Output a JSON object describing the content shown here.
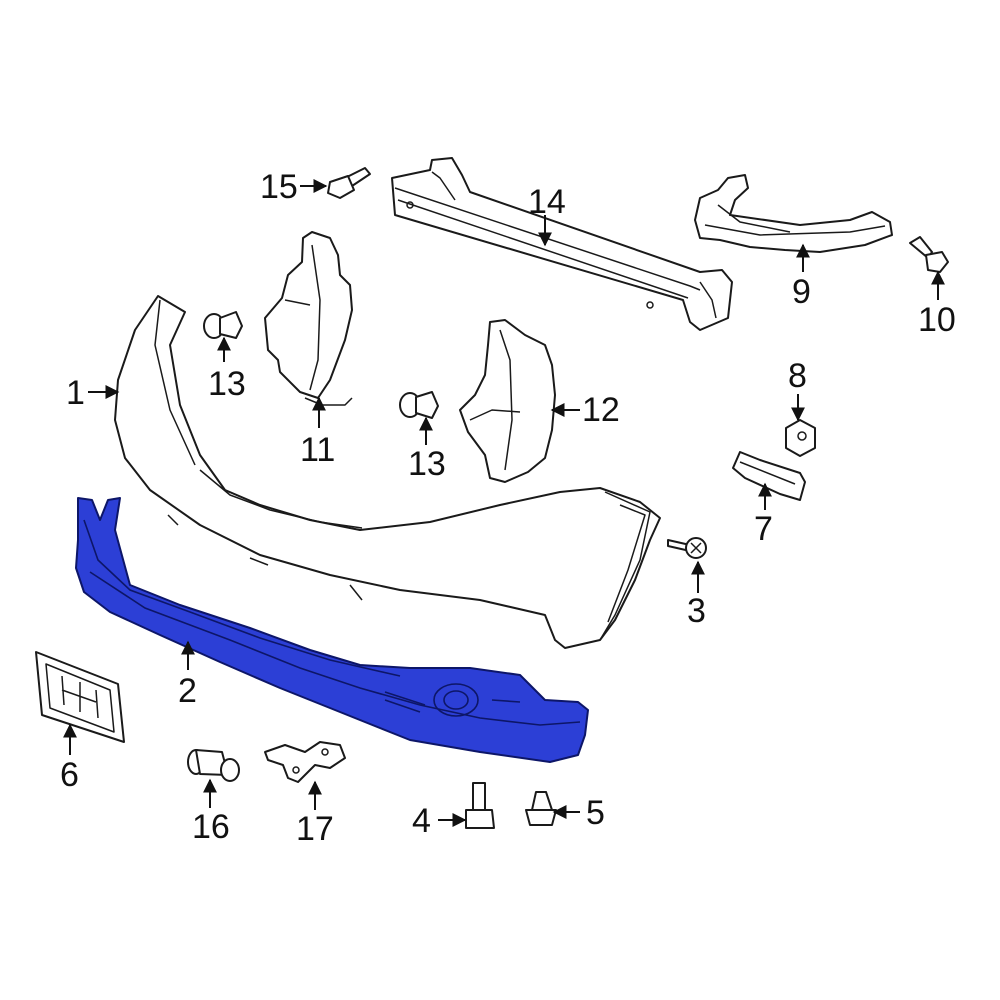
{
  "callouts": [
    {
      "id": "1",
      "text": "1"
    },
    {
      "id": "2",
      "text": "2"
    },
    {
      "id": "3",
      "text": "3"
    },
    {
      "id": "4",
      "text": "4"
    },
    {
      "id": "5",
      "text": "5"
    },
    {
      "id": "6",
      "text": "6"
    },
    {
      "id": "7",
      "text": "7"
    },
    {
      "id": "8",
      "text": "8"
    },
    {
      "id": "9",
      "text": "9"
    },
    {
      "id": "10",
      "text": "10"
    },
    {
      "id": "11",
      "text": "11"
    },
    {
      "id": "12",
      "text": "12"
    },
    {
      "id": "13a",
      "text": "13"
    },
    {
      "id": "13b",
      "text": "13"
    },
    {
      "id": "14",
      "text": "14"
    },
    {
      "id": "15",
      "text": "15"
    },
    {
      "id": "16",
      "text": "16"
    },
    {
      "id": "17",
      "text": "17"
    }
  ],
  "colors": {
    "highlight": "#2c3fd6",
    "line": "#1a1a1a",
    "background": "#ffffff"
  }
}
